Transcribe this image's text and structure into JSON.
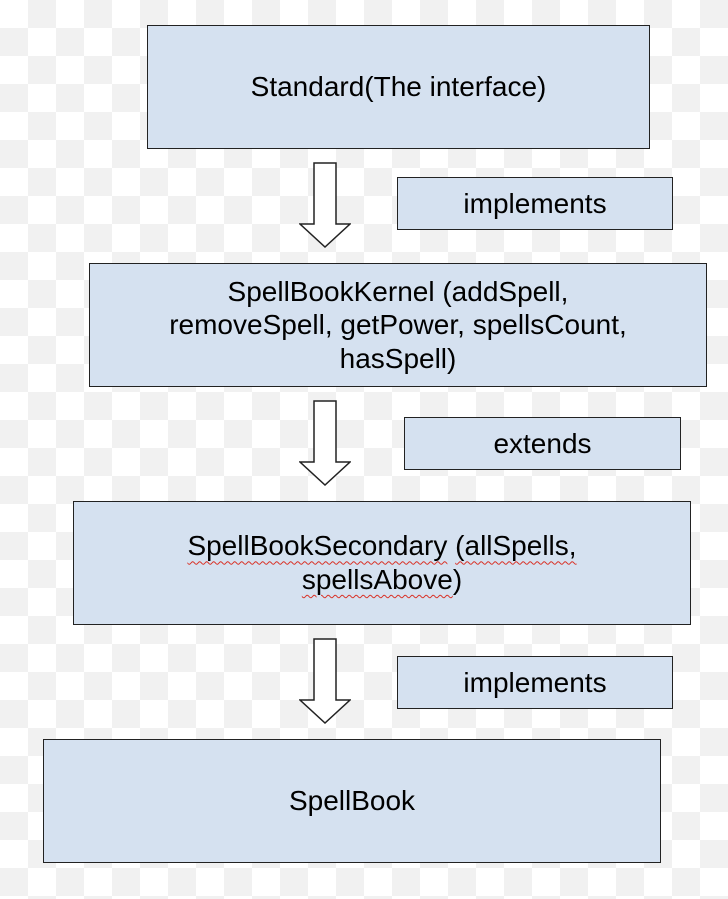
{
  "boxes": {
    "standard": "Standard(The interface)",
    "kernel_line1": "SpellBookKernel (addSpell,",
    "kernel_line2": "removeSpell, getPower, spellsCount,",
    "kernel_line3": "hasSpell)",
    "secondary_w1": "SpellBookSecondary",
    "secondary_w2": "(allSpells,",
    "secondary_w3": "spellsAbove",
    "secondary_w4": ")",
    "spellbook": "SpellBook"
  },
  "relations": {
    "first": "implements",
    "second": "extends",
    "third": "implements"
  },
  "colors": {
    "box_fill": "#d5e1f0",
    "border": "#222222",
    "spellcheck_underline": "#d93025"
  },
  "icons": {
    "arrow": "down-arrow-icon"
  }
}
